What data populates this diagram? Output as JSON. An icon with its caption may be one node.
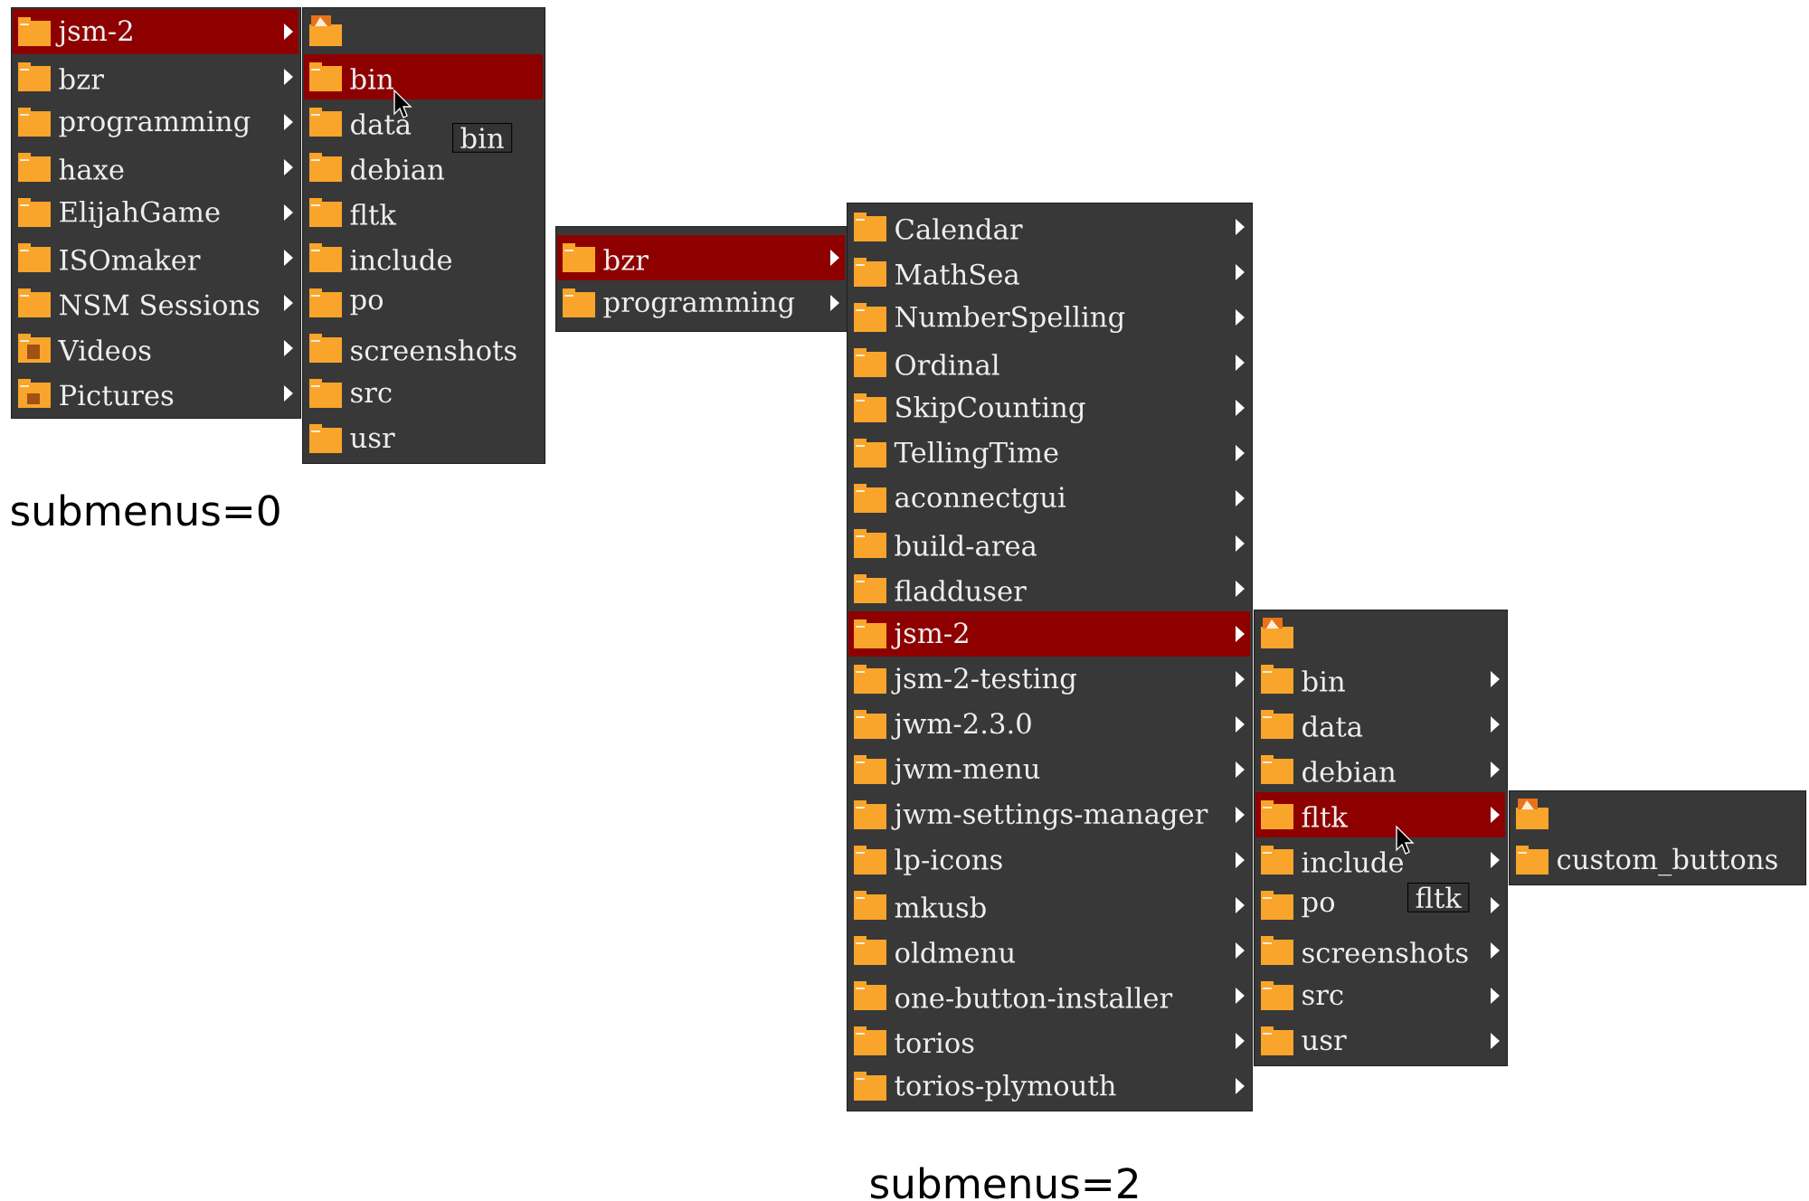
{
  "diagram": {
    "nodes": [
      {
        "text": [],
        "shape": "box"
      },
      {
        "text": [
          "jsm-2"
        ],
        "in": 0
      },
      {
        "text": [
          "bzr"
        ],
        "in": 0
      },
      {
        "text": [
          "programming"
        ],
        "in": 0
      },
      {
        "text": [
          "haxe"
        ],
        "in": 0
      },
      {
        "text": [
          "ElijahGame"
        ],
        "in": 0
      },
      {
        "text": [
          "ISOmaker"
        ],
        "in": 0
      },
      {
        "text": [
          "NSM Sessions"
        ],
        "in": 0
      },
      {
        "text": [
          "Videos"
        ],
        "in": 0
      },
      {
        "text": [
          "Pictures"
        ],
        "in": 0
      },
      {
        "text": [],
        "shape": "box"
      },
      {
        "text": [
          "bin"
        ],
        "in": 10
      },
      {
        "text": [
          "data"
        ],
        "in": 10
      },
      {
        "text": [
          "debian"
        ],
        "in": 10
      },
      {
        "text": [
          "fltk"
        ],
        "in": 10
      },
      {
        "text": [
          "include"
        ],
        "in": 10
      },
      {
        "text": [
          "po"
        ],
        "in": 10
      },
      {
        "text": [
          "screenshots"
        ],
        "in": 10
      },
      {
        "text": [
          "src"
        ],
        "in": 10
      },
      {
        "text": [
          "usr"
        ],
        "in": 10
      },
      {
        "text": [
          "bin"
        ],
        "in": 10
      },
      {
        "text": [],
        "shape": "box"
      },
      {
        "text": [
          "bzr"
        ],
        "in": 21
      },
      {
        "text": [
          "programming"
        ],
        "in": 21
      },
      {
        "text": [],
        "shape": "box"
      },
      {
        "text": [
          "Calendar"
        ],
        "in": 24
      },
      {
        "text": [
          "MathSea"
        ],
        "in": 24
      },
      {
        "text": [
          "NumberSpelling"
        ],
        "in": 24
      },
      {
        "text": [
          "Ordinal"
        ],
        "in": 24
      },
      {
        "text": [
          "SkipCounting"
        ],
        "in": 24
      },
      {
        "text": [
          "TellingTime"
        ],
        "in": 24
      },
      {
        "text": [
          "aconnectgui"
        ],
        "in": 24
      },
      {
        "text": [
          "build-area"
        ],
        "in": 24
      },
      {
        "text": [
          "fladduser"
        ],
        "in": 24
      },
      {
        "text": [
          "jsm-2"
        ],
        "in": 24
      },
      {
        "text": [
          "jsm-2-testing"
        ],
        "in": 24
      },
      {
        "text": [
          "jwm-2.3.0"
        ],
        "in": 24
      },
      {
        "text": [
          "jwm-menu"
        ],
        "in": 24
      },
      {
        "text": [
          "jwm-settings-manager"
        ],
        "in": 24
      },
      {
        "text": [
          "lp-icons"
        ],
        "in": 24
      },
      {
        "text": [
          "mkusb"
        ],
        "in": 24
      },
      {
        "text": [
          "oldmenu"
        ],
        "in": 24
      },
      {
        "text": [
          "one-button-installer"
        ],
        "in": 24
      },
      {
        "text": [
          "torios"
        ],
        "in": 24
      },
      {
        "text": [
          "torios-plymouth"
        ],
        "in": 24
      },
      {
        "text": [],
        "shape": "box"
      },
      {
        "text": [
          "bin"
        ],
        "in": 45
      },
      {
        "text": [
          "data"
        ],
        "in": 45
      },
      {
        "text": [
          "debian"
        ],
        "in": 45
      },
      {
        "text": [
          "fltk"
        ],
        "in": 45
      },
      {
        "text": [
          "include"
        ],
        "in": 45
      },
      {
        "text": [
          "po"
        ],
        "in": 45
      },
      {
        "text": [
          "screenshots"
        ],
        "in": 45
      },
      {
        "text": [
          "src"
        ],
        "in": 45
      },
      {
        "text": [
          "usr"
        ],
        "in": 45
      },
      {
        "text": [
          "fltk"
        ],
        "in": 45
      },
      {
        "text": [],
        "shape": "box"
      },
      {
        "text": [
          "custom_buttons"
        ],
        "in": 56
      }
    ],
    "labels": [
      "submenus=0",
      "submenus=2"
    ]
  }
}
